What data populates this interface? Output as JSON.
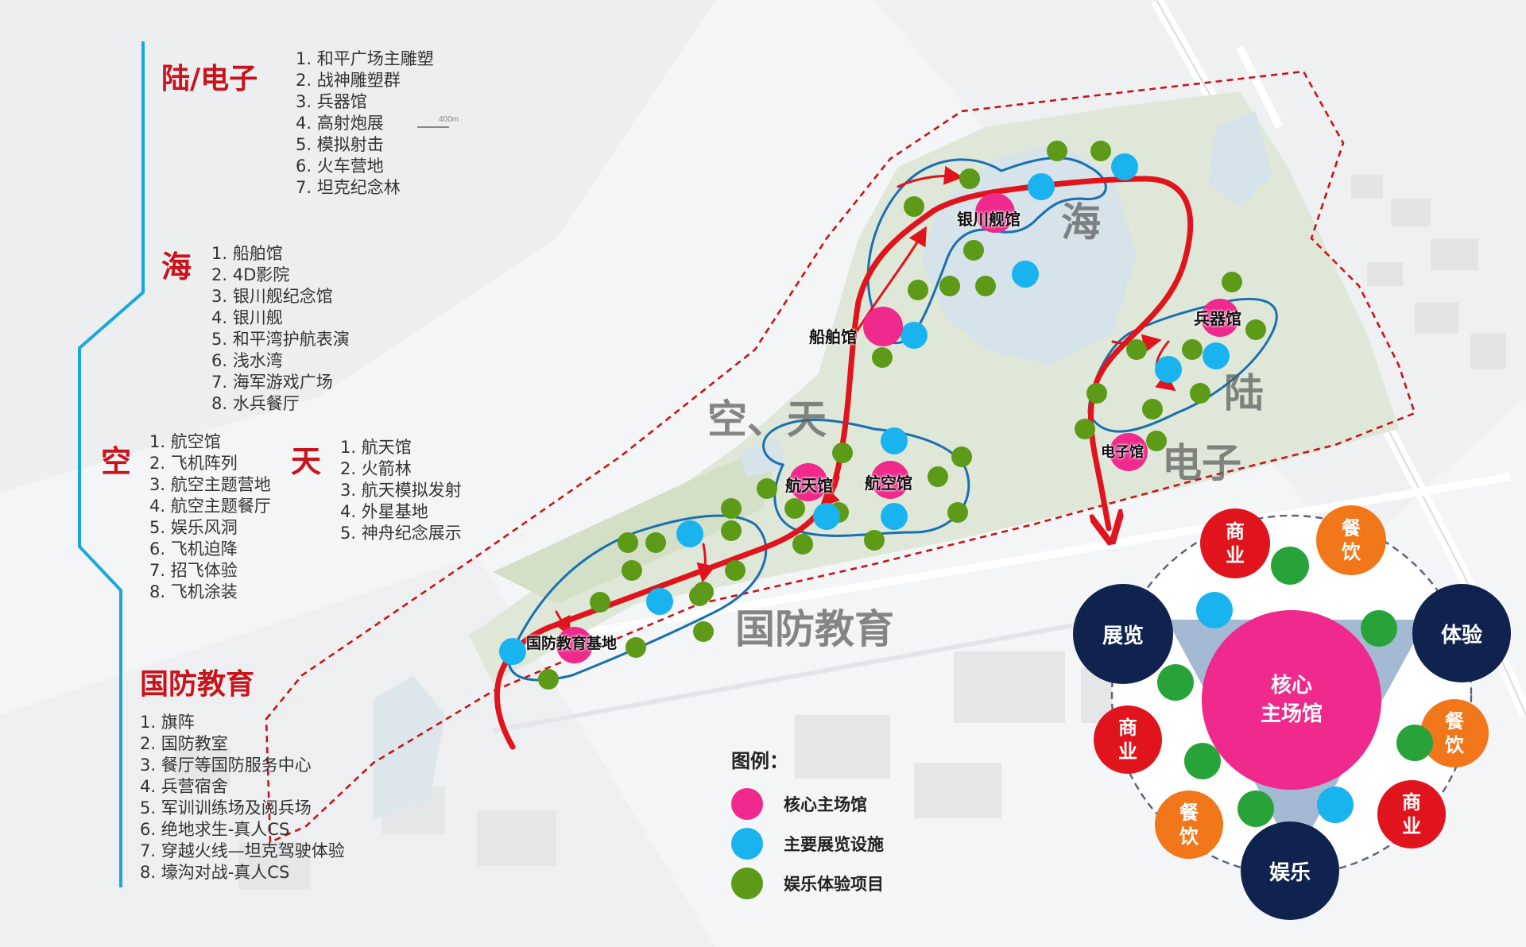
{
  "colors": {
    "section_red": "#c8131b",
    "divider_blue": "#19a7e0",
    "core_pink": "#ef2a8c",
    "exhibit_blue": "#19b3ef",
    "entertainment_green": "#5c9a17",
    "navy": "#10234f",
    "commerce_red": "#e0141c",
    "dining_orange": "#f2761a"
  },
  "sections": {
    "land": {
      "title": "陆/电子",
      "items": [
        "1. 和平广场主雕塑",
        "2. 战神雕塑群",
        "3. 兵器馆",
        "4. 高射炮展",
        "5. 模拟射击",
        "6. 火车营地",
        "7. 坦克纪念林"
      ]
    },
    "sea": {
      "title": "海",
      "items": [
        "1. 船舶馆",
        "2. 4D影院",
        "3. 银川舰纪念馆",
        "4. 银川舰",
        "5. 和平湾护航表演",
        "6. 浅水湾",
        "7. 海军游戏广场",
        "8. 水兵餐厅"
      ]
    },
    "air": {
      "title": "空",
      "items": [
        "1. 航空馆",
        "2. 飞机阵列",
        "3. 航空主题营地",
        "4. 航空主题餐厅",
        "5. 娱乐风洞",
        "6. 飞机迫降",
        "7. 招飞体验",
        "8. 飞机涂装"
      ]
    },
    "space": {
      "title": "天",
      "items": [
        "1. 航天馆",
        "2. 火箭林",
        "3. 航天模拟发射",
        "4. 外星基地",
        "5. 神舟纪念展示"
      ]
    },
    "defense": {
      "title": "国防教育",
      "items": [
        "1. 旗阵",
        "2. 国防教室",
        "3. 餐厅等国防服务中心",
        "4. 兵营宿舍",
        "5. 军训训练场及阅兵场",
        "6. 绝地求生-真人CS",
        "7. 穿越火线—坦克驾驶体验",
        "8. 壕沟对战-真人CS"
      ]
    }
  },
  "map": {
    "scale_label": "400m",
    "zone_labels": {
      "sea": "海",
      "land": "陆",
      "electronics": "电子",
      "air_space": "空、天",
      "defense": "国防教育"
    },
    "venues": {
      "yinchuan": "银川舰馆",
      "ship": "船舶馆",
      "weapons": "兵器馆",
      "electronics": "电子馆",
      "space": "航天馆",
      "aviation": "航空馆",
      "defense_base": "国防教育基地"
    }
  },
  "legend": {
    "title": "图例：",
    "items": [
      {
        "label": "核心主场馆",
        "icon": "pink-dot",
        "color": "#ef2a8c"
      },
      {
        "label": "主要展览设施",
        "icon": "blue-dot",
        "color": "#19b3ef"
      },
      {
        "label": "娱乐体验项目",
        "icon": "green-dot",
        "color": "#5c9a17"
      }
    ]
  },
  "diagram": {
    "core": "核心\n主场馆",
    "exhibition": "展览",
    "experience": "体验",
    "entertainment": "娱乐",
    "commerce": "商\n业",
    "dining": "餐\n饮"
  }
}
